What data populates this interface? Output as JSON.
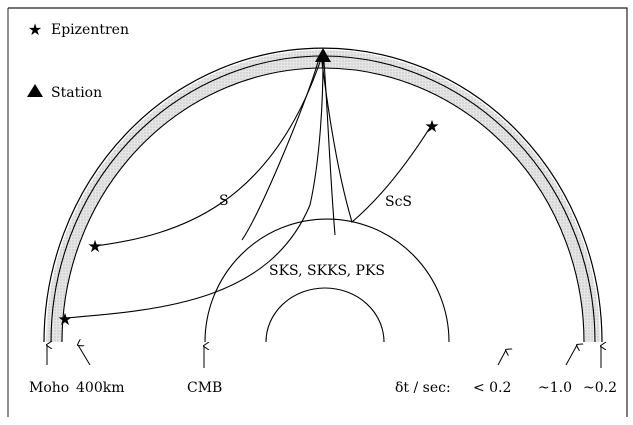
{
  "legend": {
    "epicenter_label": "Epizentren",
    "station_label": "Station"
  },
  "rays": {
    "s_label": "S",
    "scs_label": "ScS",
    "core_label": "SKS, SKKS, PKS"
  },
  "bottom_labels": {
    "moho": "Moho",
    "d400": "400km",
    "cmb": "CMB",
    "dt_prefix": "δt / sec:",
    "dt_1": "< 0.2",
    "dt_2": "~1.0",
    "dt_3": "~0.2"
  },
  "colors": {
    "line": "#000000",
    "shell_fill": "#d9d9d9",
    "frame": "#222222"
  },
  "icons": {
    "epicenter": "star-icon",
    "station": "triangle-icon"
  }
}
